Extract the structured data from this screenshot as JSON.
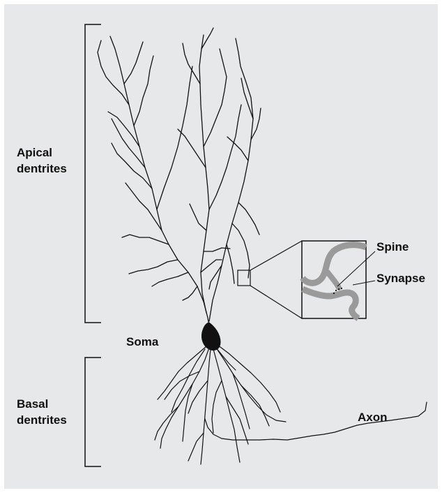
{
  "labels": {
    "apical": [
      "Apical",
      "dentrites"
    ],
    "basal": [
      "Basal",
      "dentrites"
    ],
    "soma": "Soma",
    "axon": "Axon",
    "spine": "Spine",
    "synapse": "Synapse"
  },
  "colors": {
    "background": "#e7e8e9",
    "neuron": "#111111",
    "spine_gray": "#9a9a9a",
    "inset_bg": "#e7e8e9"
  }
}
